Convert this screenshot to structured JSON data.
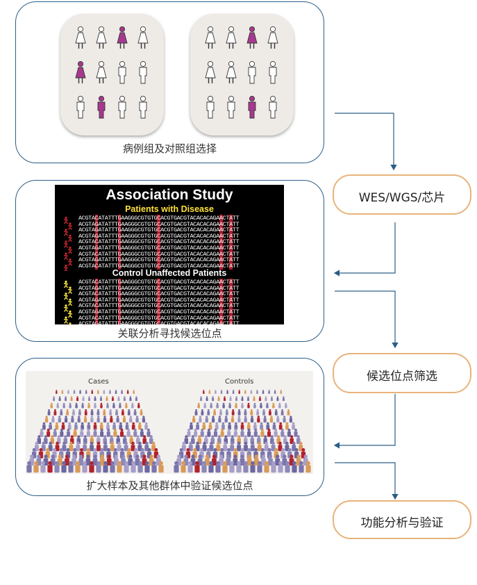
{
  "panels": {
    "selection": {
      "caption": "病例组及对照组选择"
    },
    "association": {
      "caption": "关联分析寻找候选位点",
      "title": "Association Study",
      "patients_label": "Patients with Disease",
      "control_label": "Control Unaffected Patients",
      "patient_sequences": [
        "ACGTACATATTTGAAGGGCGTGTGCACGTGACGTACACACAGAACTATT",
        "ACGTAGATATTTGAAGGGCGTGTGCACGTGACGTACACACAGAACTATT",
        "ACGTAGATATTTGAAGGGCGTGTGCACGTGACGTACACACAGAACTATT",
        "ACGTAGATATTTGAAGGGCGTGTGCACGTGACGTACACACAGAACTATT",
        "ACGTACATATTTGAAGGGCGTGTGCACGTGACGTACACACAGAACTATT",
        "ACGTAGATATTTGAAGGGCGTGTGCACGTGACGTACACACAGAACTATT",
        "ACGTACATATTTGAAGGGCGTGTGCACGTGACGTACACACAGAACTATT",
        "ACGTAGATATTTGAAGGGCGTGTGCACGTGACGTACACACAGAACTATT",
        "ACGTACATATTTGAAGGGCGTGTGCACGTGACGTACACACAGAACTATT"
      ],
      "control_sequences": [
        "ACGTACATATTTGAAGGGCGTGTGCACGTGACGTACACACAGAACTATT",
        "ACGTAGATATTTGAAGGGCGTGTGCACGTGACGTACACACAGAACTATT",
        "ACGTACATATTTGAAGGGCGTGTGCACGTGACGTACACACAGAACTATT",
        "ACGTAGATATTTGAAGGGCGTGTGCACGTGACGTACACACAGAACTATT",
        "ACGTACATATTTGAAGGGCGTGTGCACGTGACGTACACACAGAACTATT",
        "ACGTAGATATTTGAAGGGCGTGTGCACGTGACGTACACACAGAACTATT",
        "ACGTACATATTTGAAGGGCGTGTGCACGTGACGTACACACAGAACTATT",
        "ACGTAGATATTTGAAGGGCGTGTGCACGTGACGTACACACAGAACTATT",
        "ACGTACATATTTGAAGGGCGTGTGCACGTGACGTACACACAGAACTATT"
      ]
    },
    "validation": {
      "caption": "扩大样本及其他群体中验证候选位点",
      "cases_label": "Cases",
      "controls_label": "Controls"
    }
  },
  "steps": {
    "sequencing": "WES/WGS/芯片",
    "candidate_screening": "候选位点筛选",
    "functional_analysis": "功能分析与验证"
  },
  "colors": {
    "panel_border": "#2a5d86",
    "pill_border": "#e8b37a",
    "arrow": "#2a5d86",
    "affected": "#a8388f",
    "patients_label": "#ffe23a",
    "variant": "#b8182a"
  }
}
